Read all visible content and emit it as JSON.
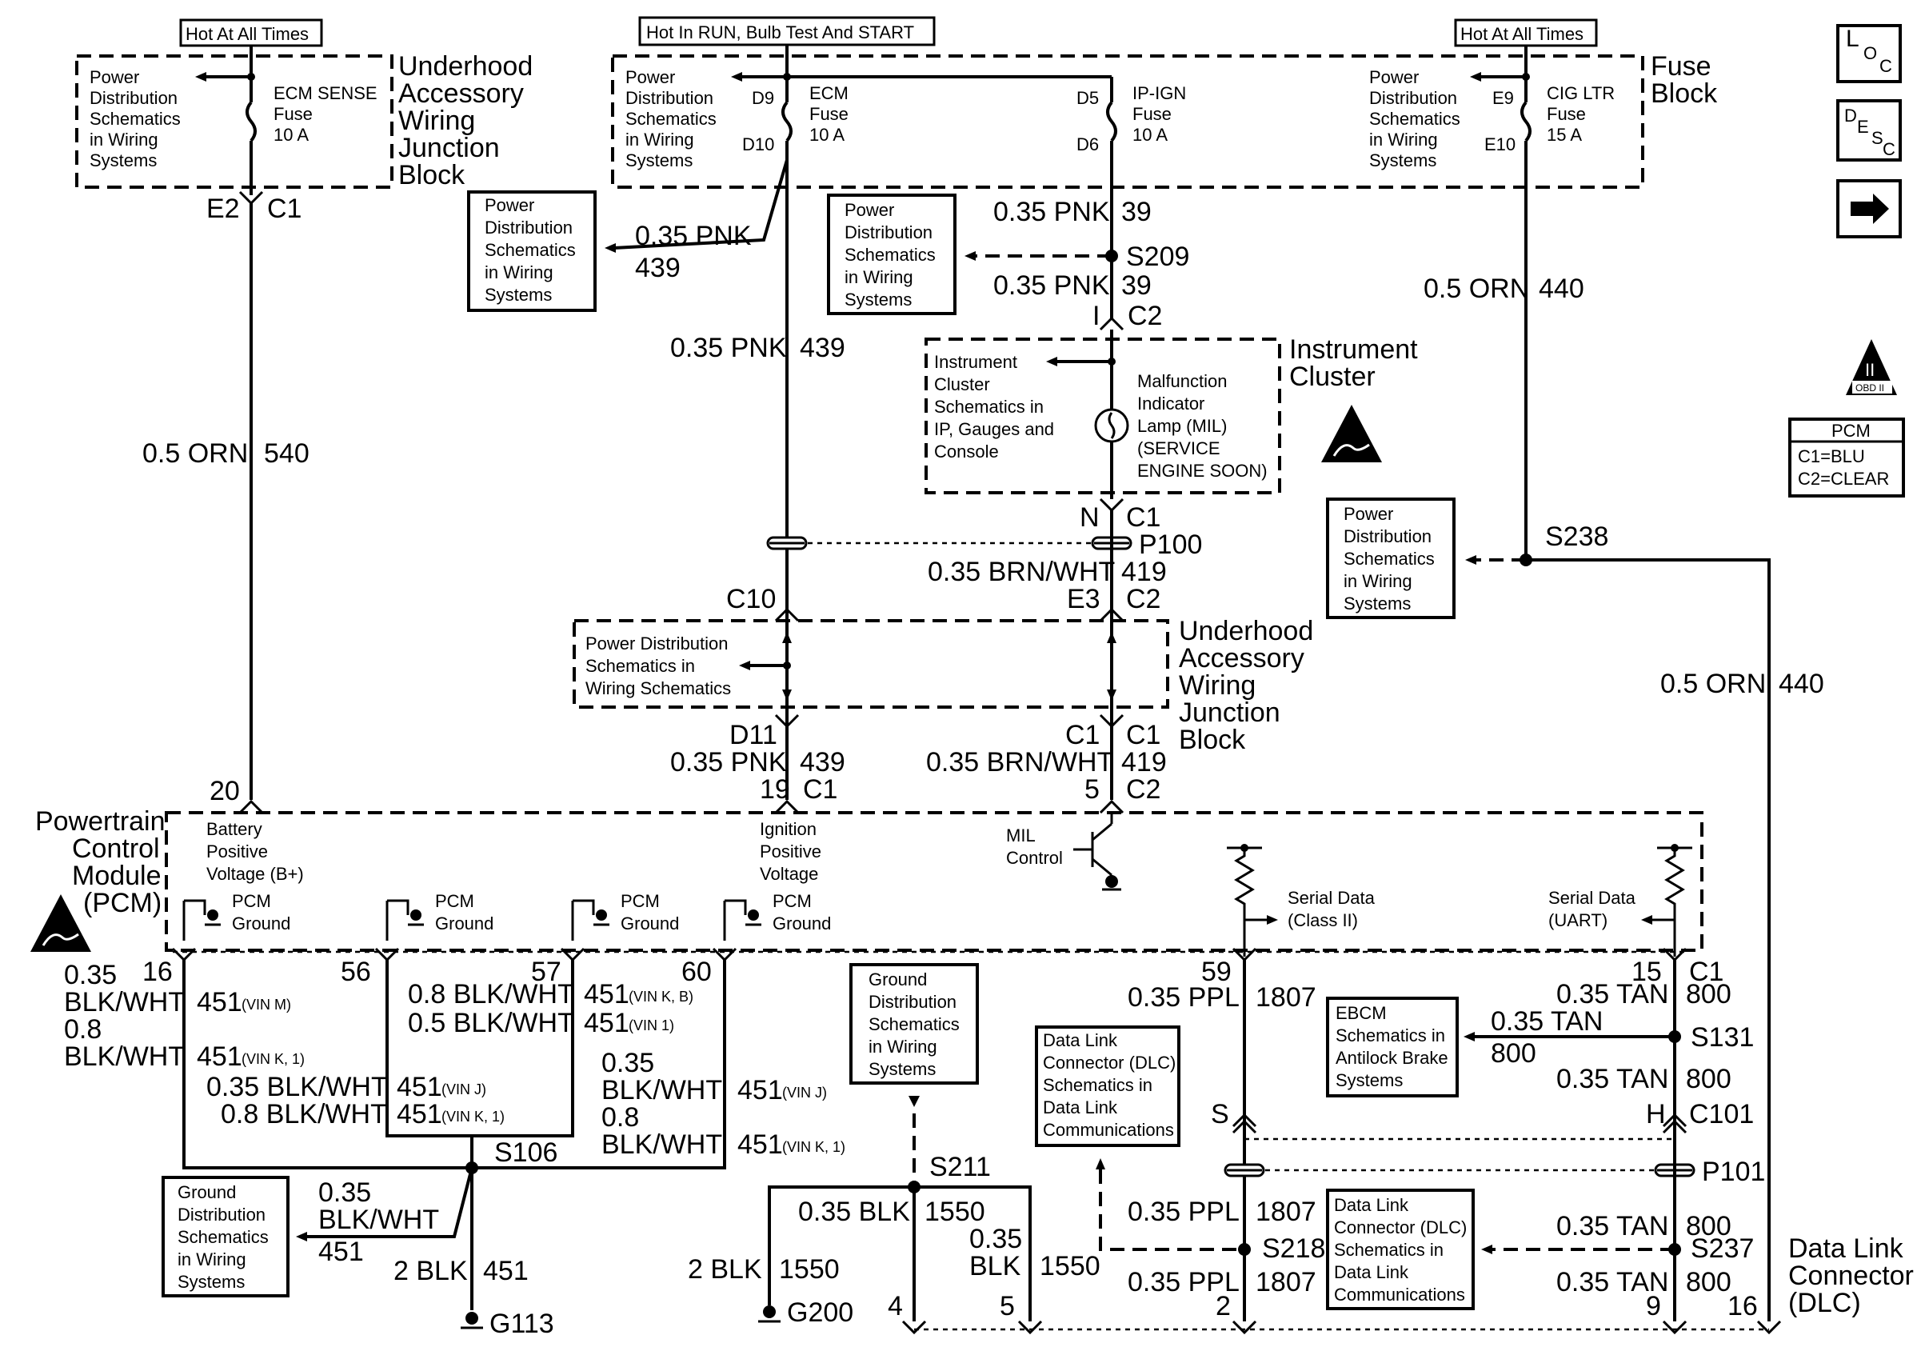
{
  "diagram": {
    "top_labels": {
      "hot_left": "Hot At All Times",
      "hot_center": "Hot In RUN, Bulb Test And START",
      "hot_right": "Hot At All Times"
    },
    "blocks": {
      "uawjb_top": [
        "Underhood",
        "Accessory",
        "Wiring",
        "Junction",
        "Block"
      ],
      "fuse_block": [
        "Fuse",
        "Block"
      ],
      "instrument_cluster": [
        "Instrument",
        "Cluster"
      ],
      "uawjb_mid": [
        "Underhood",
        "Accessory",
        "Wiring",
        "Junction",
        "Block"
      ],
      "pcm": [
        "Powertrain",
        "Control",
        "Module",
        "(PCM)"
      ],
      "dlc": [
        "Data Link",
        "Connector",
        "(DLC)"
      ]
    },
    "pds_lines": [
      "Power",
      "Distribution",
      "Schematics",
      "in Wiring",
      "Systems"
    ],
    "gds_lines": [
      "Ground",
      "Distribution",
      "Schematics",
      "in Wiring",
      "Systems"
    ],
    "fuses": {
      "ecm_sense": [
        "ECM SENSE",
        "Fuse",
        "10 A"
      ],
      "ecm": [
        "ECM",
        "Fuse",
        "10 A"
      ],
      "ip_ign": [
        "IP-IGN",
        "Fuse",
        "10 A"
      ],
      "cig_ltr": [
        "CIG LTR",
        "Fuse",
        "15 A"
      ]
    },
    "pins": {
      "e2": "E2",
      "c1": "C1",
      "d9": "D9",
      "d10": "D10",
      "d5": "D5",
      "d6": "D6",
      "e9": "E9",
      "e10": "E10",
      "c2": "C2",
      "i": "I",
      "n": "N",
      "e3": "E3",
      "c10": "C10",
      "d11": "D11",
      "p20": "20",
      "p19": "19",
      "p5": "5",
      "p16": "16",
      "p56": "56",
      "p57": "57",
      "p60": "60",
      "p59": "59",
      "p15": "15",
      "s": "S",
      "h": "H",
      "c101": "C101",
      "p2": "2",
      "p9": "9",
      "p4": "4",
      "p5b": "5",
      "p16b": "16"
    },
    "wires": {
      "w540c": "0.5 ORN",
      "w540n": "540",
      "w439c": "0.35 PNK",
      "w439n": "439",
      "w39c": "0.35 PNK",
      "w39n": "39",
      "w440c": "0.5 ORN",
      "w440n": "440",
      "w419c": "0.35 BRN/WHT",
      "w419n": "419",
      "w1807c": "0.35 PPL",
      "w1807n": "1807",
      "w800c": "0.35 TAN",
      "w800n": "800",
      "w1550c": "0.35 BLK",
      "w1550n": "1550",
      "w2blk": "2 BLK",
      "w451": "451",
      "w035bw": "0.35",
      "w035bw2": "BLK/WHT",
      "w08": "0.8",
      "w08bw": "0.8 BLK/WHT",
      "w05bw": "0.5 BLK/WHT",
      "w035bw_full": "0.35 BLK/WHT",
      "w035blk_a": "0.35",
      "w035blk_b": "BLK"
    },
    "vin": {
      "vin_m": "(VIN M)",
      "vin_k1": "(VIN K, 1)",
      "vin_kb": "(VIN K, B)",
      "vin_1": "(VIN 1)",
      "vin_j": "(VIN J)"
    },
    "splices": {
      "s209": "S209",
      "p100": "P100",
      "s238": "S238",
      "s106": "S106",
      "s211": "S211",
      "s218": "S218",
      "s131": "S131",
      "p101": "P101",
      "s237": "S237",
      "g113": "G113",
      "g200": "G200"
    },
    "ic_text": [
      "Instrument",
      "Cluster",
      "Schematics in",
      "IP, Gauges and",
      "Console"
    ],
    "mil_text": [
      "Malfunction",
      "Indicator",
      "Lamp (MIL)",
      "(SERVICE",
      "ENGINE SOON)"
    ],
    "pds_ws": [
      "Power Distribution",
      "Schematics in",
      "Wiring Schematics"
    ],
    "pcm_inside": {
      "bat": [
        "Battery",
        "Positive",
        "Voltage (B+)"
      ],
      "ign": [
        "Ignition",
        "Positive",
        "Voltage"
      ],
      "mil": [
        "MIL",
        "Control"
      ],
      "gnd": [
        "PCM",
        "Ground"
      ],
      "sd2": [
        "Serial Data",
        "(Class II)"
      ],
      "sdu": [
        "Serial Data",
        "(UART)"
      ]
    },
    "dlc_text": [
      "Data Link",
      "Connector (DLC)",
      "Schematics in",
      "Data Link",
      "Communications"
    ],
    "ebcm_text": [
      "EBCM",
      "Schematics in",
      "Antilock Brake",
      "Systems"
    ],
    "legend": {
      "loc": "L",
      "loc2": "O",
      "loc3": "C",
      "desc": "D",
      "desc2": "E",
      "desc3": "S",
      "desc4": "C",
      "obd": "OBD II",
      "obd_mark": "II",
      "pcm_title": "PCM",
      "pcm_c1": "C1=BLU",
      "pcm_c2": "C2=CLEAR"
    }
  }
}
